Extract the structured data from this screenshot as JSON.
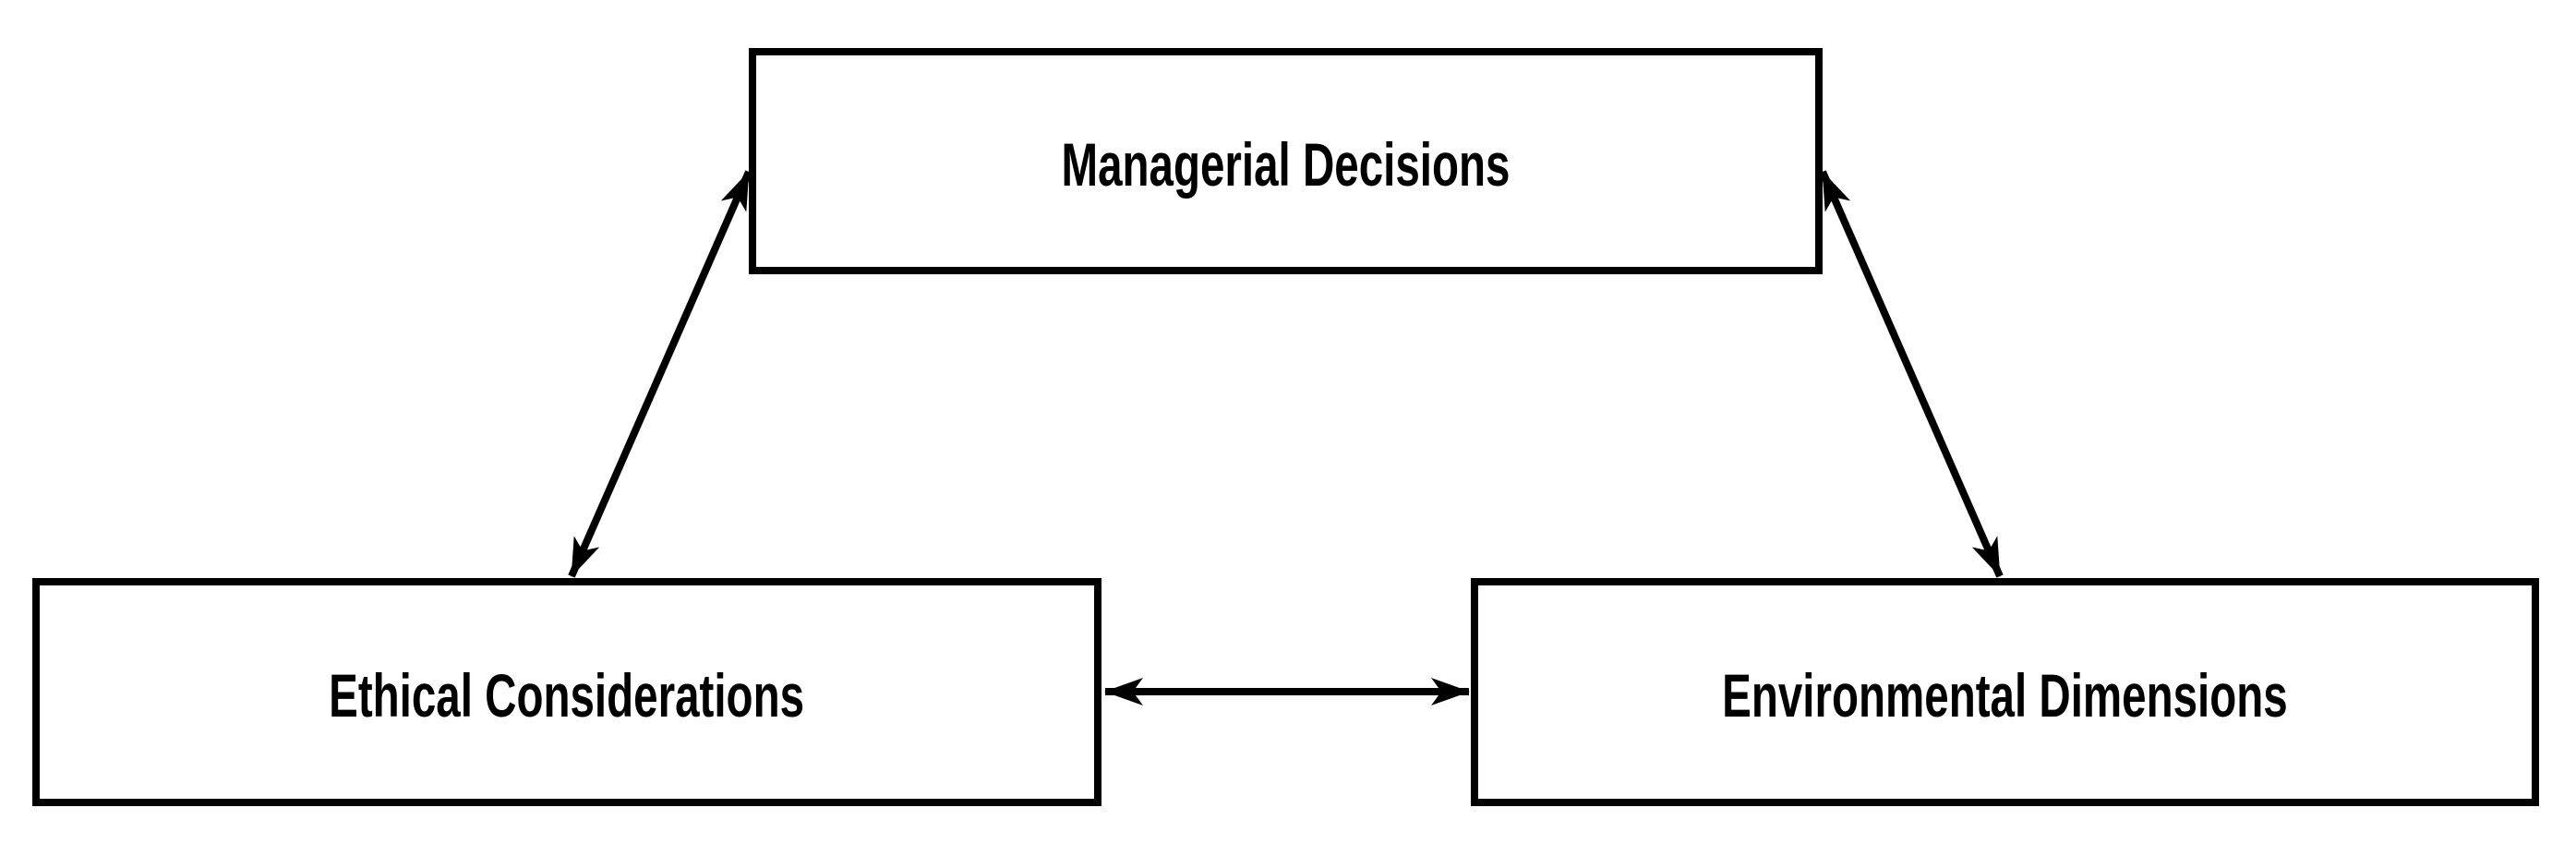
{
  "diagram": {
    "background_color": "#ffffff",
    "stroke_color": "#000000",
    "nodes": [
      {
        "id": "managerial",
        "label": "Managerial Decisions"
      },
      {
        "id": "ethical",
        "label": "Ethical Considerations"
      },
      {
        "id": "environmental",
        "label": "Environmental Dimensions"
      }
    ],
    "connections": [
      {
        "from": "managerial",
        "to": "ethical",
        "type": "double-headed-arrow"
      },
      {
        "from": "managerial",
        "to": "environmental",
        "type": "double-headed-arrow"
      },
      {
        "from": "ethical",
        "to": "environmental",
        "type": "double-headed-arrow"
      }
    ]
  }
}
